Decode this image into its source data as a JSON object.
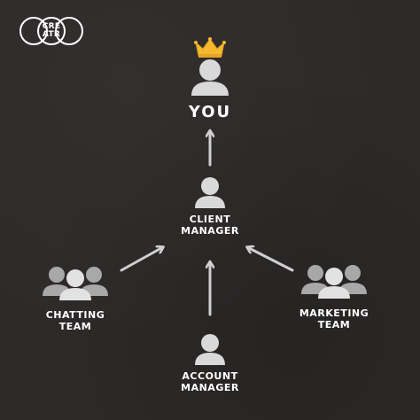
{
  "brand": {
    "logo_line1": "CRE",
    "logo_line2": "ATR"
  },
  "nodes": {
    "you": "YOU",
    "client_manager": [
      "CLIENT",
      "MANAGER"
    ],
    "chatting_team": [
      "CHATTING",
      "TEAM"
    ],
    "marketing_team": [
      "MARKETING",
      "TEAM"
    ],
    "account_manager": [
      "ACCOUNT",
      "MANAGER"
    ]
  },
  "icons": {
    "person": "person-icon",
    "group": "group-icon",
    "crown": "crown-icon",
    "arrow": "arrow-icon"
  },
  "colors": {
    "background": "#2d2a29",
    "icon": "#d9d9d9",
    "icon_dark": "#a8a8a8",
    "arrow": "#d0d0d0",
    "crown": "#f5b82e",
    "text": "#ffffff"
  }
}
